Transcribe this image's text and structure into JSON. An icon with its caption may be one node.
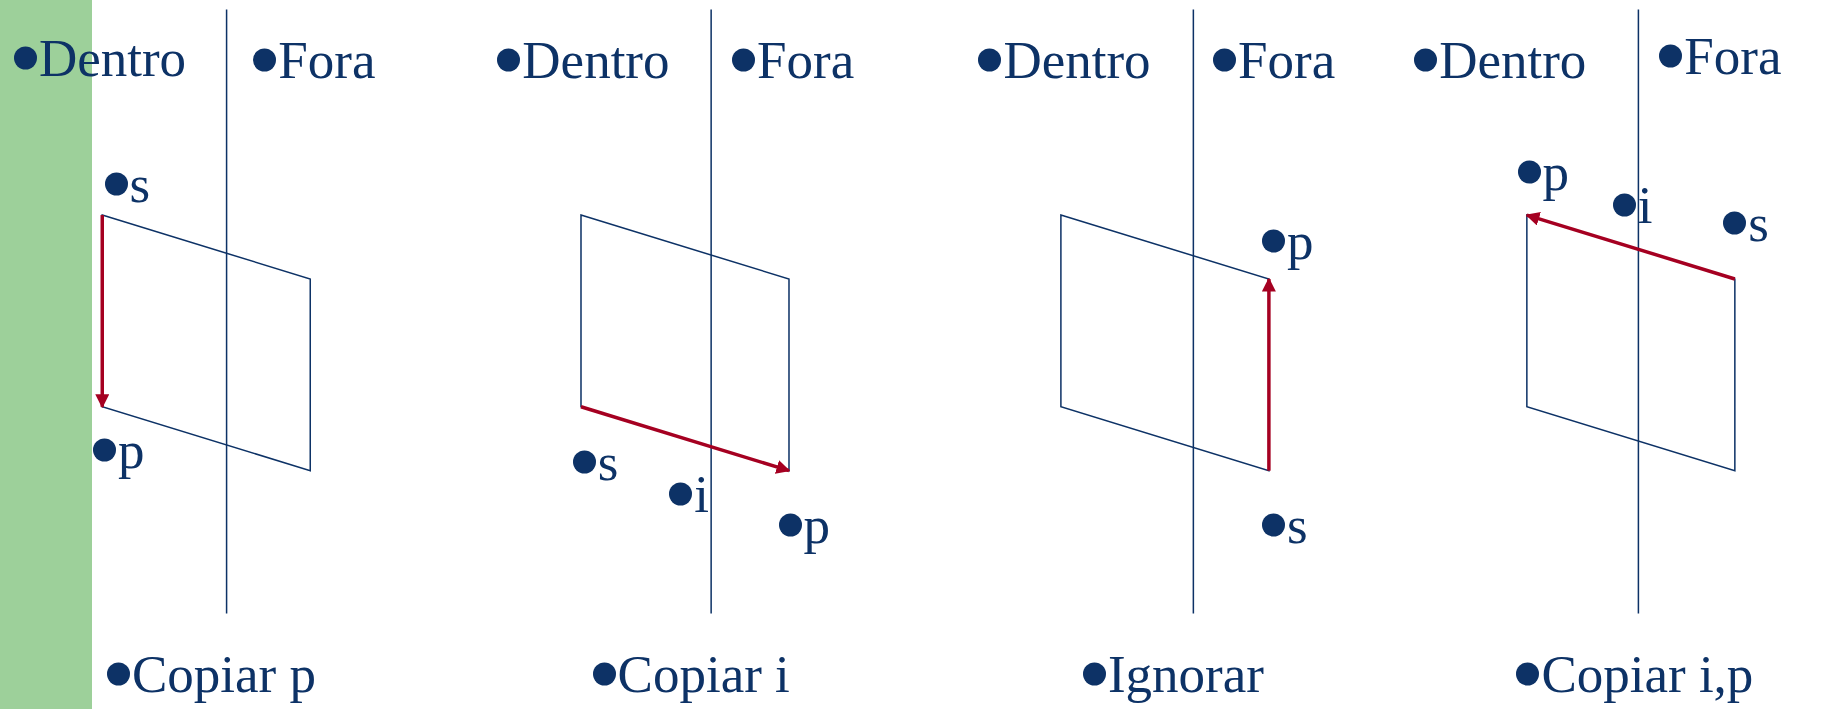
{
  "diagram": {
    "labels": [
      "Dentro",
      "Fora",
      "s",
      "p",
      "Copiar p",
      "Dentro",
      "Fora",
      "s",
      "i",
      "p",
      "Copiar i",
      "Dentro",
      "Fora",
      "p",
      "s",
      "Ignorar",
      "Dentro",
      "Fora",
      "p",
      "i",
      "s",
      "Copiar i,p"
    ]
  }
}
